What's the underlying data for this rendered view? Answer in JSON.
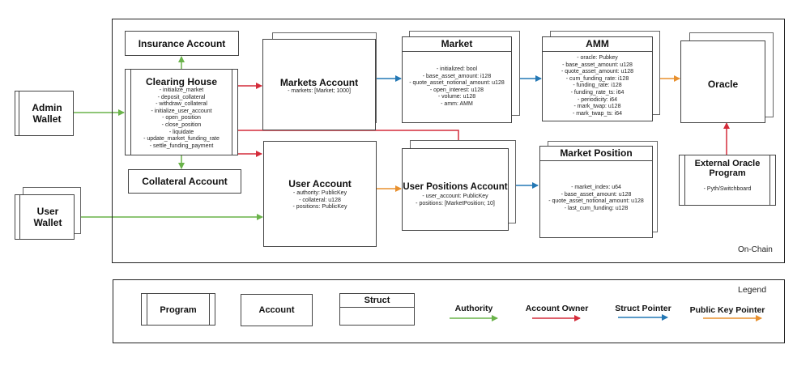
{
  "regions": {
    "on_chain": "On-Chain",
    "legend": "Legend"
  },
  "wallets": {
    "admin": {
      "title_line1": "Admin",
      "title_line2": "Wallet"
    },
    "user": {
      "title_line1": "User",
      "title_line2": "Wallet"
    }
  },
  "insurance_account": {
    "title": "Insurance Account"
  },
  "collateral_account": {
    "title": "Collateral Account"
  },
  "clearing_house": {
    "title": "Clearing House",
    "lines": [
      "- initialize_market",
      "- deposit_collateral",
      "- withdraw_collateral",
      "- initialize_user_account",
      "- open_position",
      "- close_position",
      "- liquidate",
      "- update_market_funding_rate",
      "- settle_funding_payment"
    ]
  },
  "markets_account": {
    "title": "Markets Account",
    "lines": [
      "- markets: [Market; 1000]"
    ]
  },
  "market": {
    "title": "Market",
    "lines": [
      "- initialized: bool",
      "- base_asset_amount: i128",
      "- quote_asset_notional_amount: u128",
      "- open_interest: u128",
      "- volume: u128",
      "- amm: AMM"
    ]
  },
  "amm": {
    "title": "AMM",
    "lines": [
      "- oracle: Pubkey",
      "- base_asset_amount: u128",
      "- quote_asset_amount: u128",
      "- cum_funding_rate: i128",
      "- funding_rate: i128",
      "- funding_rate_ts: i64",
      "- periodicity: i64",
      "- mark_twap: u128",
      "- mark_twap_ts: i64"
    ]
  },
  "oracle": {
    "title": "Oracle"
  },
  "external_oracle": {
    "title_line1": "External Oracle",
    "title_line2": "Program",
    "lines": [
      "- Pyth/Switchboard"
    ]
  },
  "user_account": {
    "title": "User Account",
    "lines": [
      "- authority: PublicKey",
      "- collateral: u128",
      "- positions: PublicKey"
    ]
  },
  "user_positions_account": {
    "title": "User Positions Account",
    "lines": [
      "- user_account: PublicKey",
      "- positions: [MarketPosition; 10]"
    ]
  },
  "market_position": {
    "title": "Market Position",
    "lines": [
      "- market_index: u64",
      "- base_asset_amount: u128",
      "- quote_asset_notional_amount: u128",
      "- last_cum_funding: u128"
    ]
  },
  "legend": {
    "program": "Program",
    "account": "Account",
    "struct": "Struct",
    "authority": "Authority",
    "account_owner": "Account Owner",
    "struct_pointer": "Struct Pointer",
    "public_key_pointer": "Public Key Pointer"
  },
  "colors": {
    "authority": "#6ab34a",
    "account_owner": "#d42c3a",
    "struct_pointer": "#2478b5",
    "public_key_pointer": "#e8902e"
  }
}
